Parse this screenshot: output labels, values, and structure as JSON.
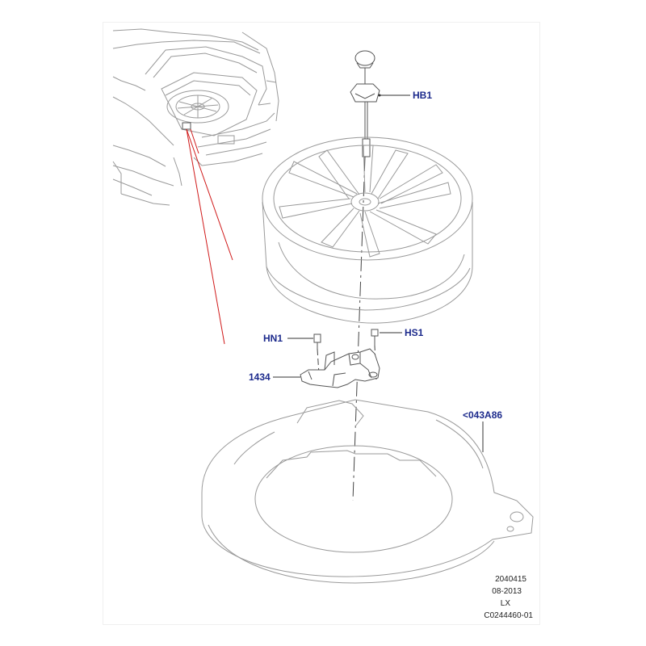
{
  "callouts": {
    "hb1": "HB1",
    "hn1": "HN1",
    "hs1": "HS1",
    "part_1434": "1434",
    "part_043a86": "<043A86"
  },
  "footer": {
    "line1": "2040415",
    "line2": "08-2013",
    "line3": "LX",
    "line4": "C0244460-01"
  },
  "colors": {
    "callout": "#1c2a8c",
    "locator_line": "#d01a1a",
    "line_art": "#9a9a9a"
  }
}
